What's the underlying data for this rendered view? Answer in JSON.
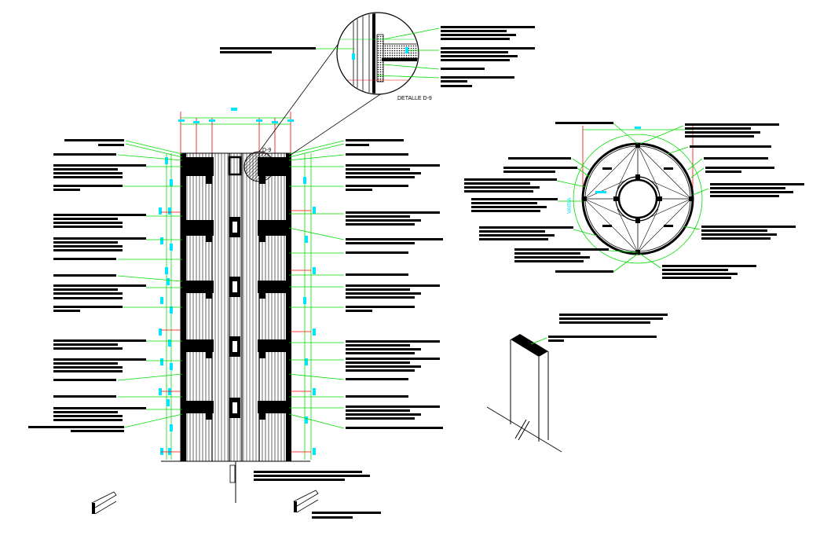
{
  "detail_callout": {
    "title": "DETALLE D-9",
    "marker": "D-9"
  },
  "circle_section": {
    "side_label": "VARIA"
  },
  "colors": {
    "leader": "#00dd00",
    "dimension": "#ff0000",
    "dim_text": "#00e5ff",
    "linework": "#000000",
    "background": "#ffffff"
  }
}
